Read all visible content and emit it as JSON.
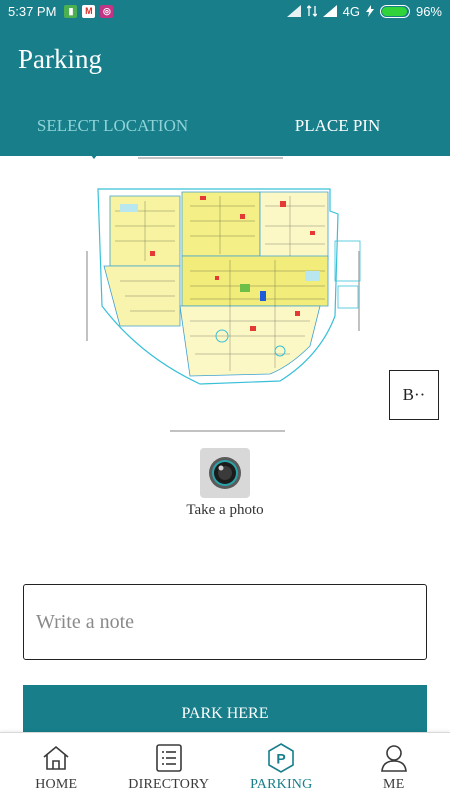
{
  "status_bar": {
    "time": "5:37 PM",
    "network": "4G",
    "battery_percent": "96%",
    "battery_level": 0.96,
    "notification_icons": [
      "sim-card-icon",
      "gmail-icon",
      "instagram-icon"
    ]
  },
  "app_bar": {
    "title": "Parking"
  },
  "tabs": [
    {
      "label": "SELECT LOCATION",
      "active": true
    },
    {
      "label": "PLACE PIN",
      "active": false
    }
  ],
  "map": {
    "button_label": "B··"
  },
  "photo": {
    "label": "Take a photo"
  },
  "note": {
    "placeholder": "Write a note",
    "value": ""
  },
  "park_button": {
    "label": "PARK HERE"
  },
  "bottom_nav": [
    {
      "label": "HOME",
      "icon": "home-icon",
      "active": false
    },
    {
      "label": "DIRECTORY",
      "icon": "directory-icon",
      "active": false
    },
    {
      "label": "PARKING",
      "icon": "parking-icon",
      "active": true
    },
    {
      "label": "ME",
      "icon": "person-icon",
      "active": false
    }
  ],
  "colors": {
    "primary": "#177e8a",
    "tab_inactive_text": "#8fd3d8",
    "battery": "#31d33a"
  }
}
